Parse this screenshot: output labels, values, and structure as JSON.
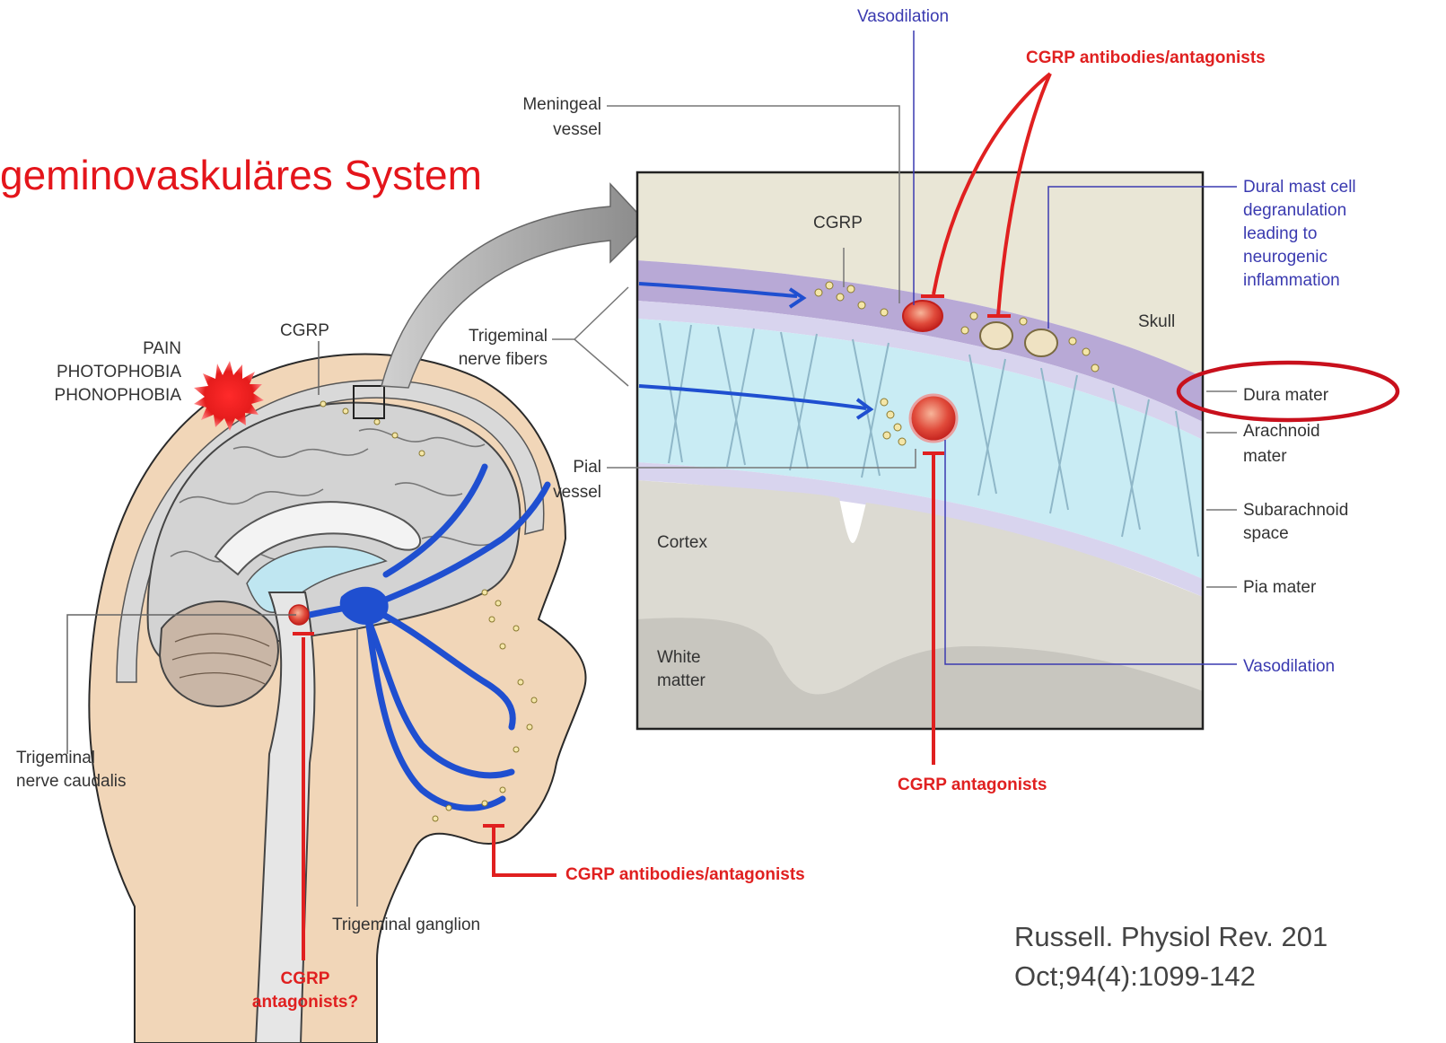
{
  "title": "geminovaskuläres System",
  "citation": {
    "line1": "Russell. Physiol Rev. 201",
    "line2": "Oct;94(4):1099-142"
  },
  "head_labels": {
    "symptom_1": "PAIN",
    "symptom_2": "PHOTOPHOBIA",
    "symptom_3": "PHONOPHOBIA",
    "cgrp": "CGRP",
    "trigeminal_nerve_caudalis_1": "Trigeminal",
    "trigeminal_nerve_caudalis_2": "nerve caudalis",
    "trigeminal_ganglion": "Trigeminal ganglion",
    "cgrp_antagonists_q_1": "CGRP",
    "cgrp_antagonists_q_2": "antagonists?",
    "cgrp_antibodies_bottom": "CGRP antibodies/antagonists"
  },
  "inset_labels": {
    "vasodilation_top": "Vasodilation",
    "cgrp_antibodies_top": "CGRP antibodies/antagonists",
    "meningeal_vessel_1": "Meningeal",
    "meningeal_vessel_2": "vessel",
    "trigeminal_fibers_1": "Trigeminal",
    "trigeminal_fibers_2": "nerve fibers",
    "pial_vessel_1": "Pial",
    "pial_vessel_2": "vessel",
    "cgrp": "CGRP",
    "skull": "Skull",
    "cortex": "Cortex",
    "white_matter_1": "White",
    "white_matter_2": "matter",
    "mast_cell": [
      "Dural mast cell",
      "degranulation",
      "leading to",
      "neurogenic",
      "inflammation"
    ],
    "dura_mater": "Dura mater",
    "arachnoid_1": "Arachnoid",
    "arachnoid_2": "mater",
    "subarachnoid_1": "Subarachnoid",
    "subarachnoid_2": "space",
    "pia_mater": "Pia mater",
    "vasodilation_right": "Vasodilation",
    "cgrp_antagonists": "CGRP antagonists"
  },
  "colors": {
    "title_red": "#e4151b",
    "antagonist_red": "#e02020",
    "nerve_blue": "#1f4fd0",
    "label_blue": "#3a3ab0",
    "highlight_ring": "#c8101c"
  }
}
